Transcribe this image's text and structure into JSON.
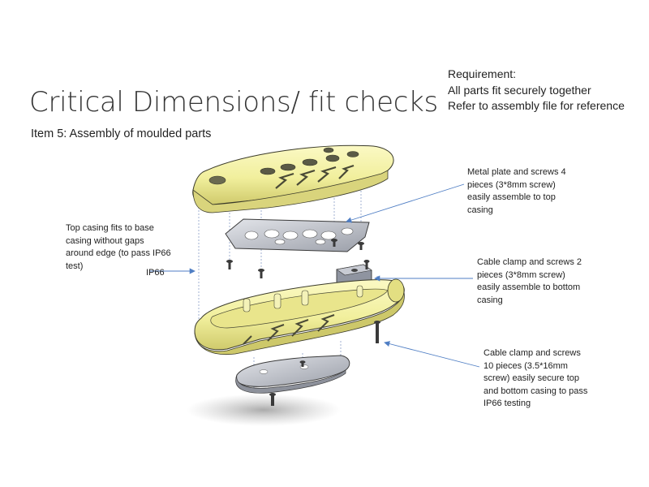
{
  "slide": {
    "title": "Critical Dimensions/ fit checks",
    "subtitle": "Item 5: Assembly of moulded parts",
    "requirement": {
      "heading": "Requirement:",
      "lines": [
        "All parts fit securely together",
        "Refer to assembly file for reference"
      ]
    },
    "callouts": {
      "metal_plate": [
        "Metal plate and screws 4",
        "pieces (3*8mm screw)",
        "easily assemble to top",
        "casing"
      ],
      "cable_clamp": [
        "Cable clamp and screws 2",
        "pieces (3*8mm screw)",
        "easily assemble to bottom",
        "casing"
      ],
      "clamp_screws": [
        "Cable clamp and screws",
        "10 pieces (3.5*16mm",
        "screw) easily secure top",
        "and bottom casing to pass",
        "IP66 testing"
      ],
      "top_casing": [
        "Top casing fits to base",
        "casing without gaps",
        "around edge (to pass IP66",
        "test)"
      ]
    },
    "ip66_label": "IP66"
  },
  "colors": {
    "casing_yellow": "#f1ef9c",
    "casing_shadow": "#c9c56a",
    "outline": "#3a3a2a",
    "arrow_blue": "#4f7ec4",
    "metal_grey": "#b9bcc4",
    "dashed_guide": "#8a9fc8"
  }
}
